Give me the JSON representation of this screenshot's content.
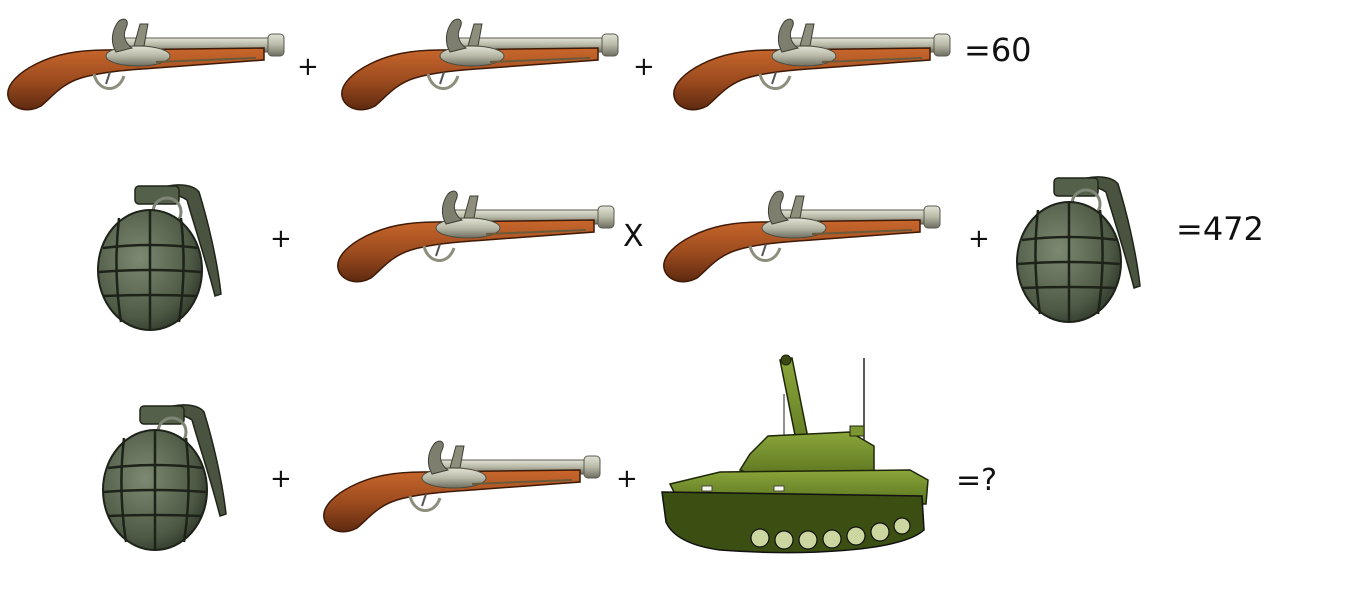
{
  "puzzle": {
    "row1": {
      "items": [
        {
          "icon": "flintlock-pistol-icon"
        },
        {
          "operator": "+"
        },
        {
          "icon": "flintlock-pistol-icon"
        },
        {
          "operator": "+"
        },
        {
          "icon": "flintlock-pistol-icon"
        }
      ],
      "result": "=60"
    },
    "row2": {
      "items": [
        {
          "icon": "hand-grenade-icon"
        },
        {
          "operator": "+"
        },
        {
          "icon": "flintlock-pistol-icon"
        },
        {
          "operator": "X"
        },
        {
          "icon": "flintlock-pistol-icon"
        },
        {
          "operator": "+"
        },
        {
          "icon": "hand-grenade-icon"
        }
      ],
      "result": "=472"
    },
    "row3": {
      "items": [
        {
          "icon": "hand-grenade-icon"
        },
        {
          "operator": "+"
        },
        {
          "icon": "flintlock-pistol-icon"
        },
        {
          "operator": "+"
        },
        {
          "icon": "tank-icon"
        }
      ],
      "result": "=?"
    }
  },
  "colors": {
    "wood": "#9a4a1e",
    "metal": "#b7b8a6",
    "grenade": "#4f5a46",
    "tank": "#6f8a2a"
  }
}
